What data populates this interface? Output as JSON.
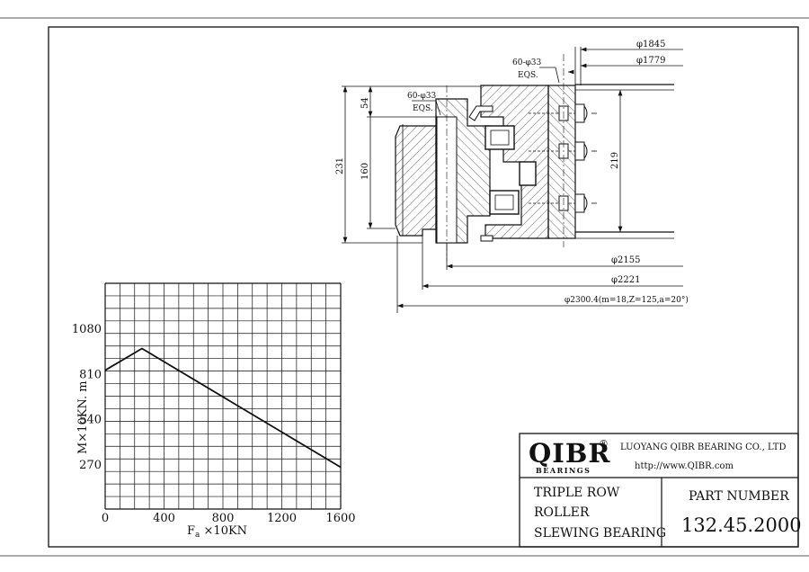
{
  "drawing": {
    "dimensions": {
      "d_1845": "φ1845",
      "d_1779": "φ1779",
      "holes_top": "60-φ33",
      "holes_top_eqs": "EQS.",
      "holes_left": "60-φ33",
      "holes_left_eqs": "EQS.",
      "h_54": "54",
      "h_231": "231",
      "h_160": "160",
      "h_219": "219",
      "d_2155": "φ2155",
      "d_2221": "φ2221",
      "d_gear": "φ2300.4(m=18,Z=125,a=20°)"
    }
  },
  "chart_data": {
    "type": "line",
    "x": [
      0,
      250,
      1600
    ],
    "series": [
      {
        "values": [
          830,
          960,
          250
        ]
      }
    ],
    "xticks": [
      "0",
      "400",
      "800",
      "1200",
      "1600"
    ],
    "yticks": [
      "270",
      "540",
      "810",
      "1080"
    ],
    "xlabel_main": "F",
    "xlabel_sub": "a",
    "xlabel_rest": " ×10KN",
    "ylabel": "M×10KN. m",
    "xlim": [
      0,
      1600
    ],
    "ylim": [
      0,
      1350
    ],
    "grid": true
  },
  "title_block": {
    "logo_text": "QIBR",
    "logo_sub": "BEARINGS",
    "registered": "®",
    "company": "LUOYANG QIBR BEARING CO., LTD",
    "website": "http://www.QIBR.com",
    "product_line1": "TRIPLE ROW",
    "product_line2": "ROLLER",
    "product_line3": "SLEWING BEARING",
    "part_number_label": "PART NUMBER",
    "part_number": "132.45.2000"
  }
}
